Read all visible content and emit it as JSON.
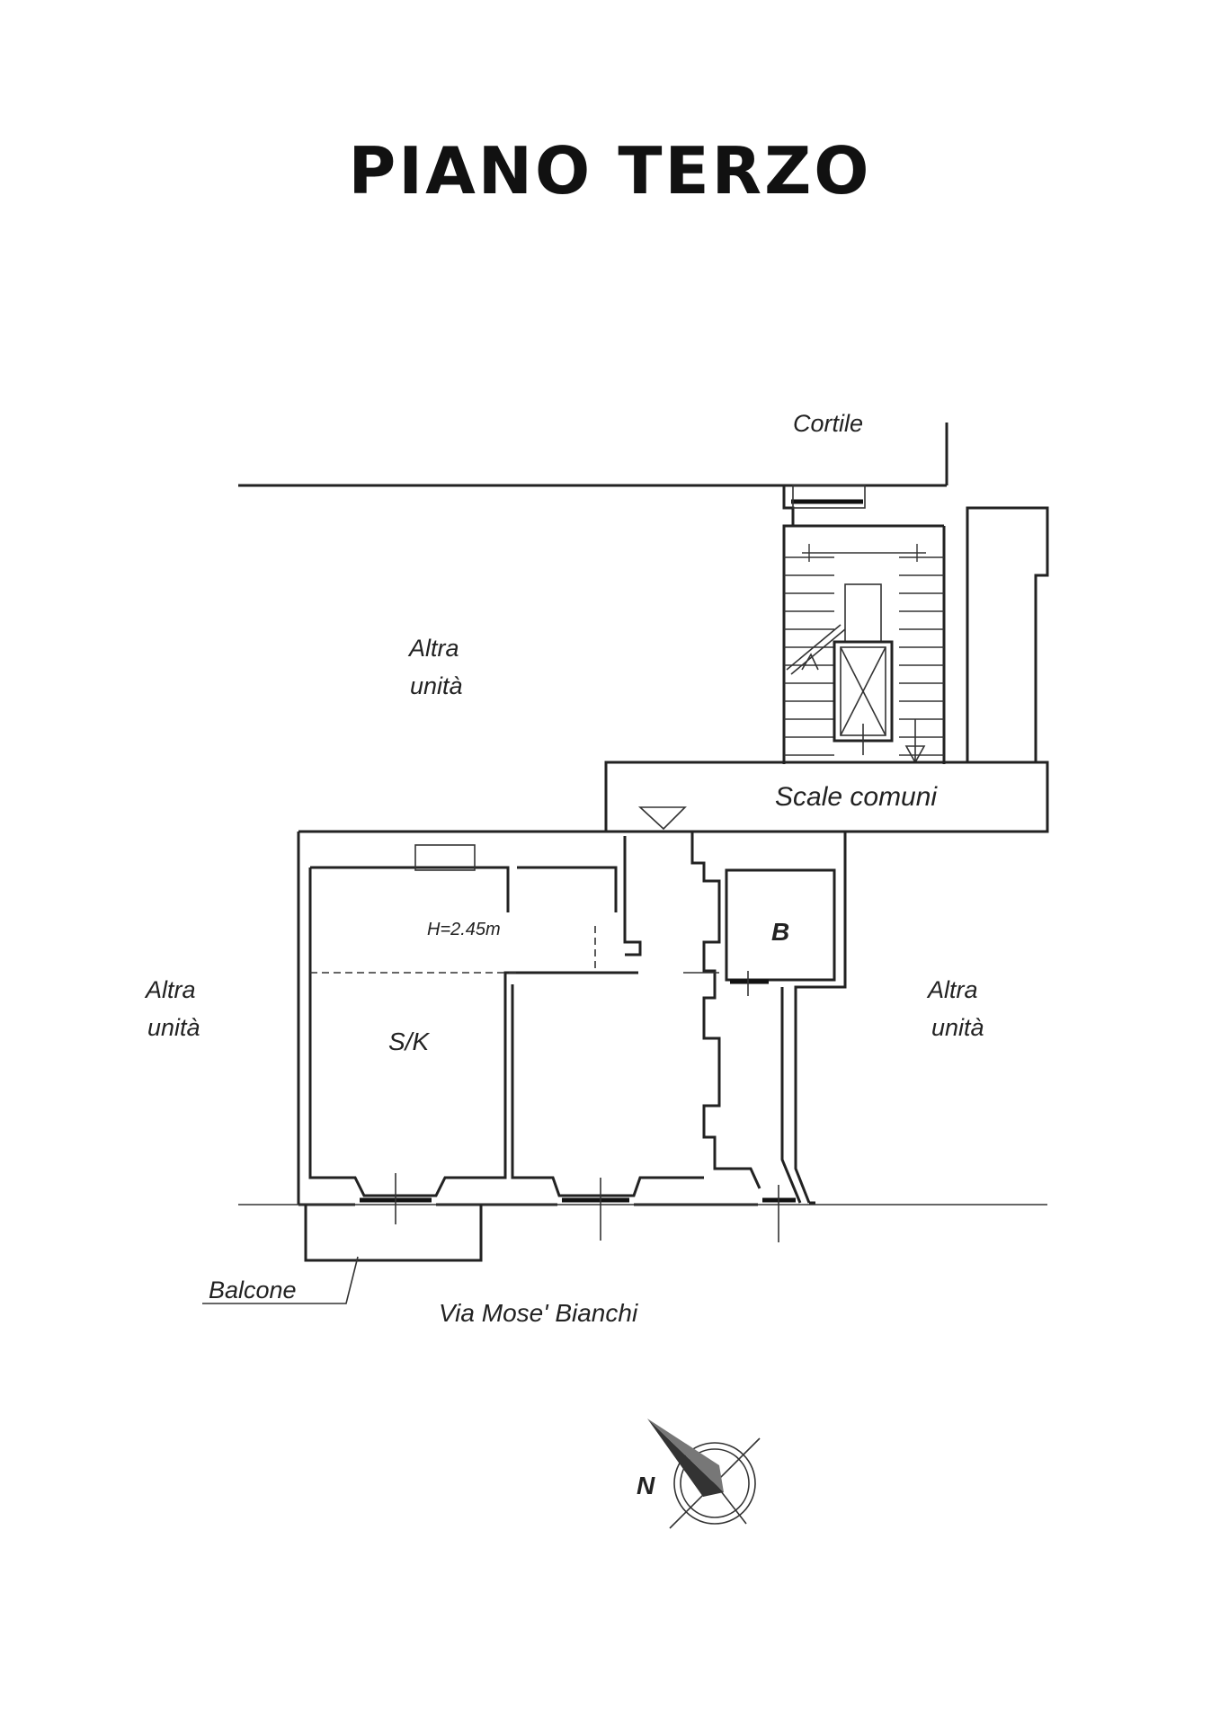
{
  "title": "PIANO TERZO",
  "labels": {
    "cortile": "Cortile",
    "altra_unita_top_1": "Altra",
    "altra_unita_top_2": "unità",
    "scale_comuni": "Scale comuni",
    "altra_unita_left_1": "Altra",
    "altra_unita_left_2": "unità",
    "altra_unita_right_1": "Altra",
    "altra_unita_right_2": "unità",
    "height": "H=2.45m",
    "room_sk": "S/K",
    "room_b": "B",
    "balcone": "Balcone",
    "street": "Via Mose' Bianchi",
    "north": "N"
  }
}
